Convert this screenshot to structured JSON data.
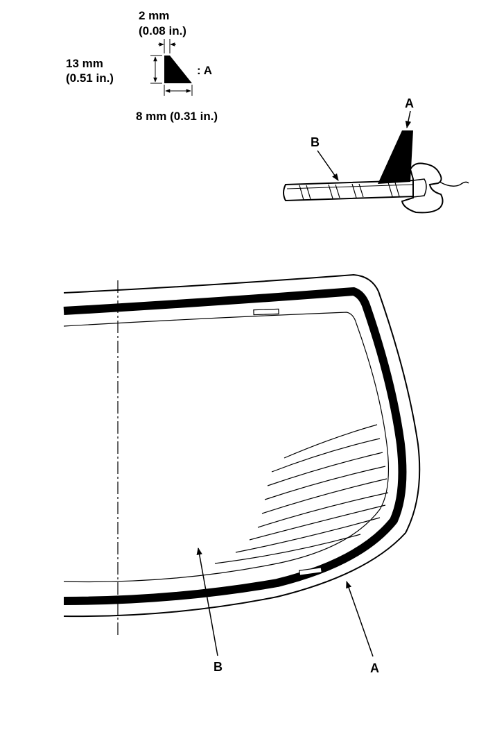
{
  "dimensions": {
    "top_width": "2 mm",
    "top_width_in": "(0.08 in.)",
    "height": "13 mm",
    "height_in": "(0.51 in.)",
    "bottom_width": "8 mm (0.31 in.)",
    "profile_ref": ": A"
  },
  "labels": {
    "dam": "A",
    "glass": "B"
  },
  "colors": {
    "ink": "#000000",
    "paper": "#ffffff"
  }
}
